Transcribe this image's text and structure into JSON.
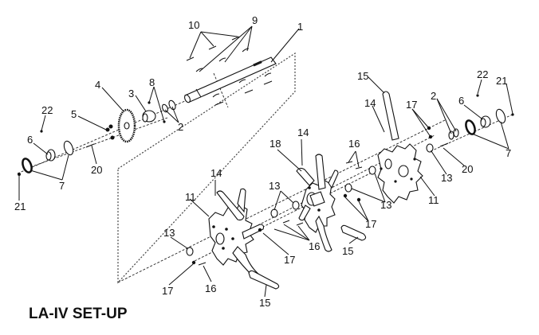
{
  "title": "LA-IV SET-UP",
  "callouts": [
    {
      "id": "c1",
      "label": "1"
    },
    {
      "id": "c2a",
      "label": "2"
    },
    {
      "id": "c2b",
      "label": "2"
    },
    {
      "id": "c3",
      "label": "3"
    },
    {
      "id": "c4",
      "label": "4"
    },
    {
      "id": "c5",
      "label": "5"
    },
    {
      "id": "c6a",
      "label": "6"
    },
    {
      "id": "c6b",
      "label": "6"
    },
    {
      "id": "c7a",
      "label": "7"
    },
    {
      "id": "c7b",
      "label": "7"
    },
    {
      "id": "c8",
      "label": "8"
    },
    {
      "id": "c9",
      "label": "9"
    },
    {
      "id": "c10",
      "label": "10"
    },
    {
      "id": "c11a",
      "label": "11"
    },
    {
      "id": "c11b",
      "label": "11"
    },
    {
      "id": "c13a",
      "label": "13"
    },
    {
      "id": "c13b",
      "label": "13"
    },
    {
      "id": "c13c",
      "label": "13"
    },
    {
      "id": "c13d",
      "label": "13"
    },
    {
      "id": "c14a",
      "label": "14"
    },
    {
      "id": "c14b",
      "label": "14"
    },
    {
      "id": "c14c",
      "label": "14"
    },
    {
      "id": "c15a",
      "label": "15"
    },
    {
      "id": "c15b",
      "label": "15"
    },
    {
      "id": "c15c",
      "label": "15"
    },
    {
      "id": "c16a",
      "label": "16"
    },
    {
      "id": "c16b",
      "label": "16"
    },
    {
      "id": "c16c",
      "label": "16"
    },
    {
      "id": "c17a",
      "label": "17"
    },
    {
      "id": "c17b",
      "label": "17"
    },
    {
      "id": "c17c",
      "label": "17"
    },
    {
      "id": "c17d",
      "label": "17"
    },
    {
      "id": "c18",
      "label": "18"
    },
    {
      "id": "c20a",
      "label": "20"
    },
    {
      "id": "c20b",
      "label": "20"
    },
    {
      "id": "c21a",
      "label": "21"
    },
    {
      "id": "c21b",
      "label": "21"
    },
    {
      "id": "c22a",
      "label": "22"
    },
    {
      "id": "c22b",
      "label": "22"
    }
  ]
}
